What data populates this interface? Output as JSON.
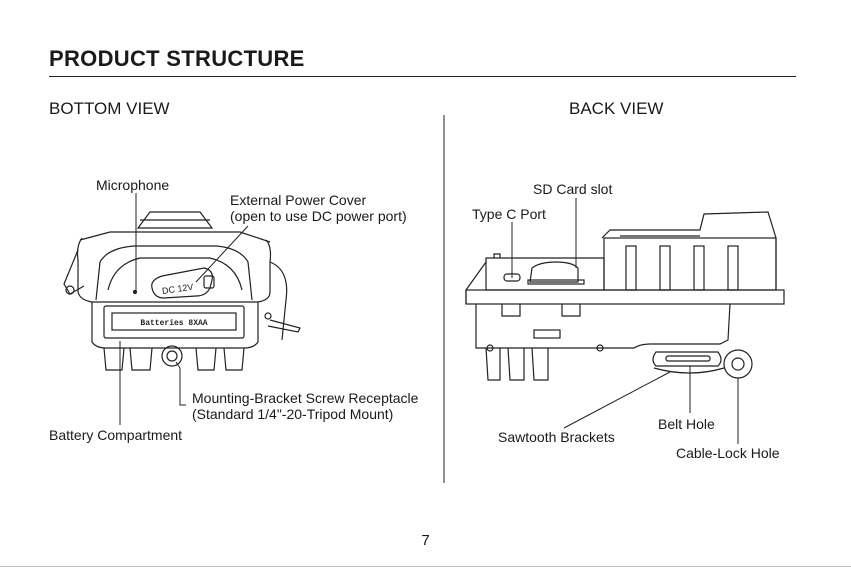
{
  "page": {
    "title": "PRODUCT STRUCTURE",
    "page_number": "7"
  },
  "bottom_view": {
    "heading": "BOTTOM VIEW",
    "labels": {
      "microphone": "Microphone",
      "external_power_cover_line1": "External Power Cover",
      "external_power_cover_line2": "(open to use DC power port)",
      "mounting_bracket_line1": "Mounting-Bracket Screw Receptacle",
      "mounting_bracket_line2": "(Standard 1/4\"-20-Tripod Mount)",
      "battery_compartment": "Battery Compartment"
    },
    "device_text": {
      "dc_label": "DC 12V",
      "battery_label": "Batteries 8XAA"
    }
  },
  "back_view": {
    "heading": "BACK VIEW",
    "labels": {
      "sd_card_slot": "SD Card slot",
      "type_c_port": "Type C Port",
      "belt_hole": "Belt Hole",
      "sawtooth_brackets": "Sawtooth Brackets",
      "cable_lock_hole": "Cable-Lock Hole"
    }
  }
}
